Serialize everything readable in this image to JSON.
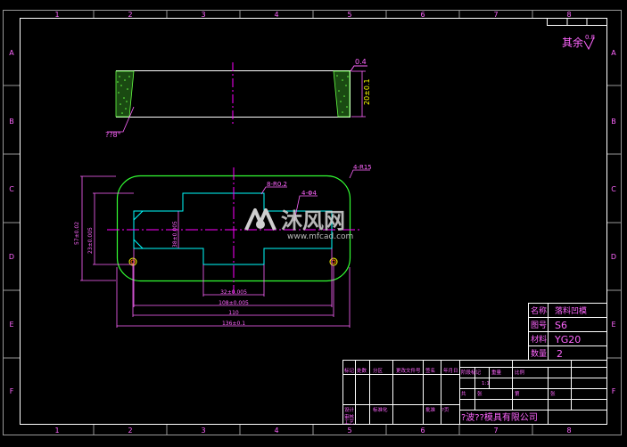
{
  "grid_columns": [
    "1",
    "2",
    "3",
    "4",
    "5",
    "6",
    "7",
    "8"
  ],
  "grid_rows": [
    "A",
    "B",
    "C",
    "D",
    "E",
    "F"
  ],
  "roughness_note": "其余",
  "roughness_value": "0.8",
  "side_view": {
    "roughness_label": "0.4",
    "height_label": "20±0.1",
    "bevel_label": "??8°"
  },
  "plan_view": {
    "corner_radius_label": "4-R15",
    "inner_radius_label": "8-R0.2",
    "hole_label": "4-Φ4",
    "dim_57": "57±0.02",
    "dim_23": "23±0.005",
    "dim_38": "38±0.005",
    "dim_32": "32±0.005",
    "dim_108": "108±0.005",
    "dim_110": "110",
    "dim_136": "136±0.1"
  },
  "info_table": [
    {
      "label": "名称",
      "value": "落料凹模"
    },
    {
      "label": "图号",
      "value": "S6"
    },
    {
      "label": "材料",
      "value": "YG20"
    },
    {
      "label": "数量",
      "value": "2"
    }
  ],
  "title_block": {
    "company": "?波??模具有限公司",
    "header_cells": [
      "标记",
      "处数",
      "分区",
      "更改文件号",
      "签名",
      "年月日"
    ],
    "design_cells": [
      "设计",
      "标准化",
      "审核",
      "工艺",
      "批准"
    ],
    "stage_label": "阶段标记",
    "weight_label": "重量",
    "scale_label": "比例",
    "scale_value": "1:1",
    "sheet_cells": [
      "共",
      "张",
      "第",
      "张"
    ],
    "page_fragment": "?页"
  },
  "watermark": {
    "brand": "沐风网",
    "url": "www.mfcad.com"
  },
  "colors": {
    "background": "#000000",
    "frame": "#ffffff",
    "dimension": "#ff00ff",
    "outline": "#00ffff",
    "contour": "#33ff33",
    "centerline": "#ff00ff",
    "hole": "#ffff00",
    "hatch": "#66ff44"
  }
}
